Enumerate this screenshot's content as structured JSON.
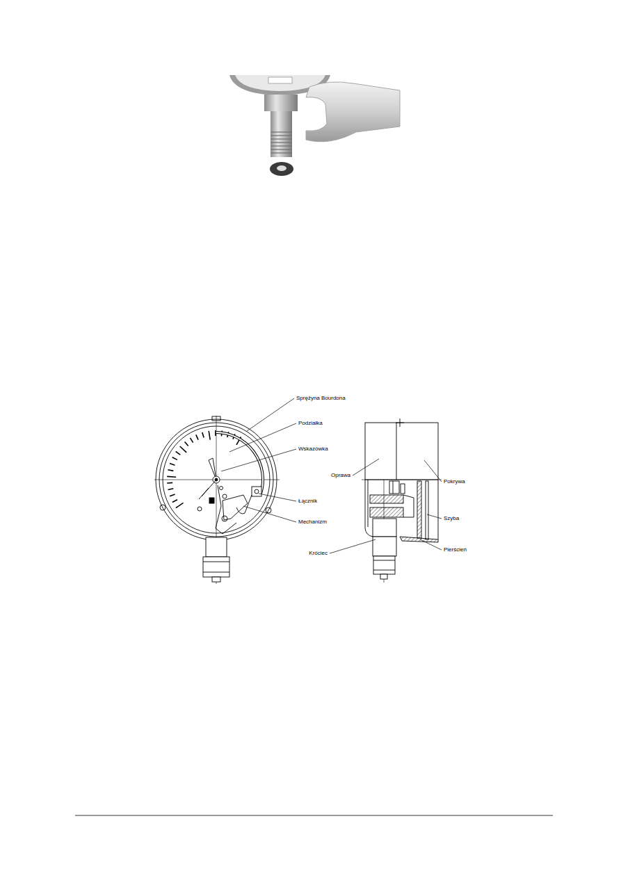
{
  "diagram": {
    "labels": [
      "Sprężyna Bourdona",
      "Podziałka",
      "Wskazówka",
      "Oprawa",
      "Pokrywa",
      "Łącznik",
      "Szyba",
      "Mechanizm",
      "Króciec",
      "Pierścień"
    ]
  }
}
